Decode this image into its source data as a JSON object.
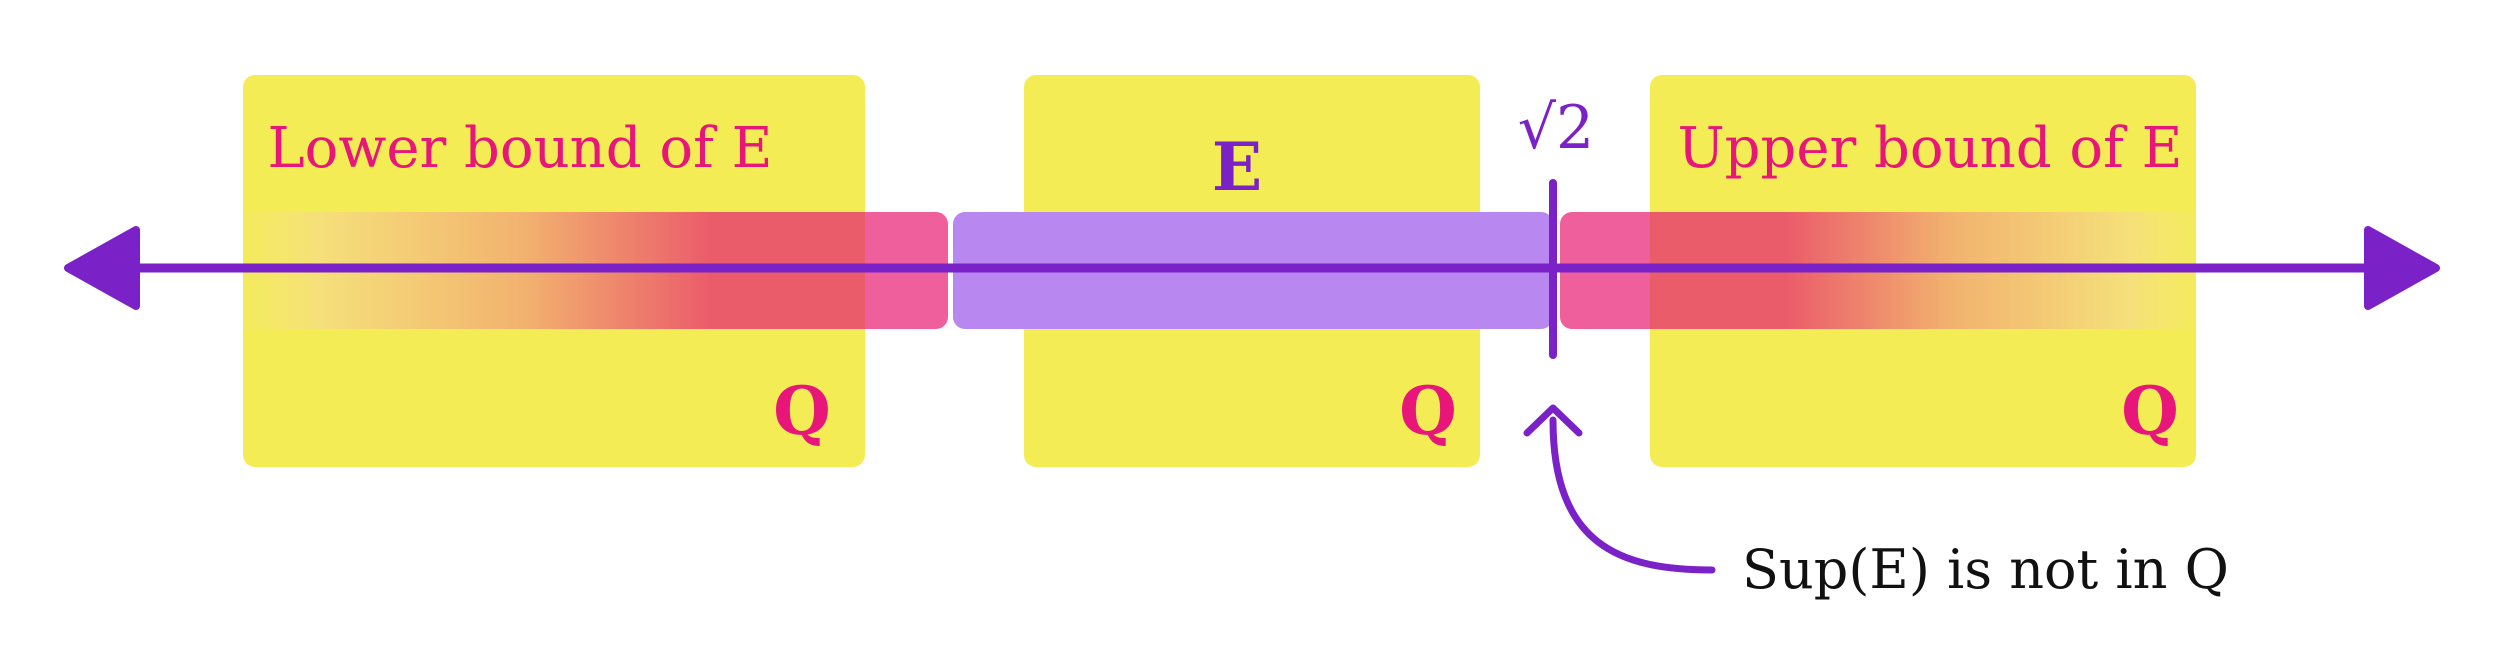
{
  "diagram": {
    "sets": {
      "left": {
        "title": "Lower bound of E",
        "set_label": "Q"
      },
      "middle": {
        "title": "E",
        "set_label": "Q"
      },
      "right": {
        "title": "Upper bound of E",
        "set_label": "Q"
      }
    },
    "sqrt_label": "√2",
    "annotation": "Sup(E) is not in Q",
    "colors": {
      "set_box": "#f4ec55",
      "bound_text": "#e8157a",
      "bound_band_strong": "#e8157a",
      "bound_band_mid": "#eb5c6a",
      "bound_band_fade": "#f6e57c",
      "e_band": "#b888f0",
      "axis": "#7a22c8",
      "annotation_text": "#111111"
    }
  }
}
